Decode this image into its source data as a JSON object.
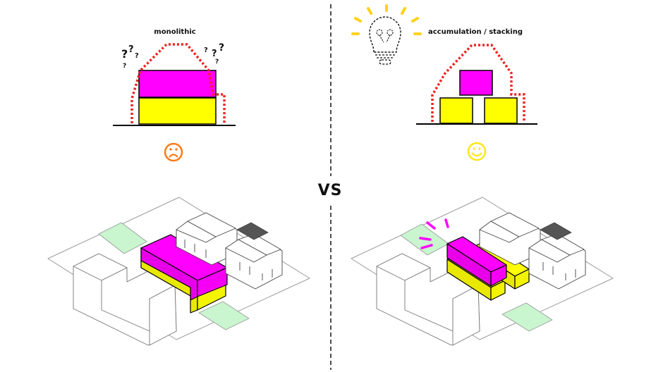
{
  "labels": {
    "left": "monolithic",
    "right": "accumulation / stacking",
    "center": "VS"
  },
  "icons": {
    "left_face": "sad-face-icon",
    "right_face": "smiley-face-icon",
    "idea": "lightbulb-icon",
    "confusion": "question-marks-icon"
  },
  "colors": {
    "upper_volume": "#ff00ff",
    "lower_volume": "#ffff00",
    "envelope": "#ee2222",
    "sad_face": "#ff7a1a",
    "happy_face": "#ffe61a",
    "bulb_rays": "#ffd21a",
    "green_street": "#c9f5cf",
    "ground_line": "#000000"
  }
}
